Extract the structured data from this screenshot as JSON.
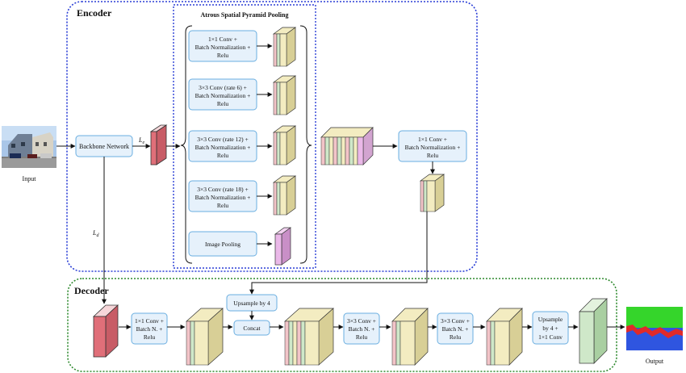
{
  "encoder": {
    "title": "Encoder"
  },
  "aspp": {
    "title": "Atrous Spatial Pyramid Pooling",
    "branches": [
      {
        "lines": [
          "1×1 Conv +",
          "Batch Normalization +",
          "Relu"
        ]
      },
      {
        "lines": [
          "3×3 Conv (rate 6) +",
          "Batch Normalization +",
          "Relu"
        ]
      },
      {
        "lines": [
          "3×3 Conv (rate 12) +",
          "Batch Normalization +",
          "Relu"
        ]
      },
      {
        "lines": [
          "3×3 Conv (rate 18) +",
          "Batch Normalization +",
          "Relu"
        ]
      },
      {
        "lines": [
          "Image Pooling"
        ]
      }
    ]
  },
  "input": {
    "label": "Input"
  },
  "backbone": {
    "label": "Backbone Network"
  },
  "loss_e": {
    "main": "L",
    "sub": "e"
  },
  "loss_d": {
    "main": "L",
    "sub": "d"
  },
  "post_aspp": {
    "lines": [
      "1×1 Conv +",
      "Batch Normalization +",
      "Relu"
    ]
  },
  "decoder": {
    "title": "Decoder",
    "conv1": {
      "lines": [
        "1×1 Conv +",
        "Batch N. +",
        "Relu"
      ]
    },
    "upsample": {
      "label": "Upsample by 4"
    },
    "concat": {
      "label": "Concat"
    },
    "conv2": {
      "lines": [
        "3×3 Conv +",
        "Batch N. +",
        "Relu"
      ]
    },
    "conv3": {
      "lines": [
        "3×3 Conv +",
        "Batch N. +",
        "Relu"
      ]
    },
    "final": {
      "lines": [
        "Upsample",
        "by 4  +",
        "1×1 Conv"
      ]
    }
  },
  "output": {
    "label": "Output"
  },
  "colors": {
    "encoder_border": "#2b3fd6",
    "aspp_border": "#2b3fd6",
    "decoder_border": "#2f8a2f",
    "box_fill": "#e6f1fb",
    "box_stroke": "#6aaee0",
    "slab_yellow": "#f3ecc1",
    "slab_pink": "#f2c4c8",
    "slab_green": "#cfe8c9",
    "slab_magenta": "#eab8e8",
    "red_block": "#e06f79",
    "seg_green": "#35d52b",
    "seg_blue": "#2f55e0",
    "seg_red": "#e02a2a"
  }
}
